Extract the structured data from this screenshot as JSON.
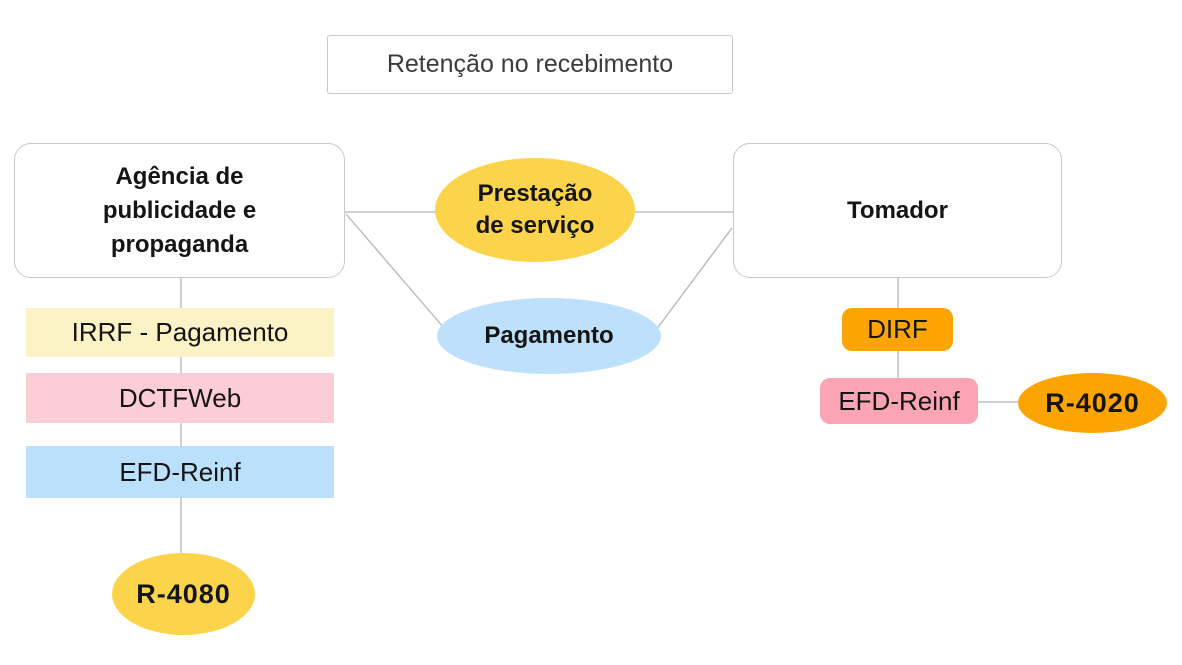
{
  "diagram": {
    "title": "Retenção no recebimento",
    "nodes": {
      "agencia": {
        "label": "Agência de publicidade e propaganda",
        "shape": "rounded-rect",
        "fill": "#ffffff"
      },
      "tomador": {
        "label": "Tomador",
        "shape": "rounded-rect",
        "fill": "#ffffff"
      },
      "prestacao": {
        "label": "Prestação de serviço",
        "shape": "ellipse",
        "fill": "#fbd44c"
      },
      "pagamento": {
        "label": "Pagamento",
        "shape": "ellipse",
        "fill": "#bde1fb"
      },
      "irrf": {
        "label": "IRRF - Pagamento",
        "shape": "rect",
        "fill": "#fbf3c5"
      },
      "dctfweb": {
        "label": "DCTFWeb",
        "shape": "rect",
        "fill": "#fbcdd4"
      },
      "efd_reinf_left": {
        "label": "EFD-Reinf",
        "shape": "rect",
        "fill": "#bbe0fb"
      },
      "r4080": {
        "label": "R-4080",
        "shape": "ellipse",
        "fill": "#fbd44c"
      },
      "dirf": {
        "label": "DIRF",
        "shape": "rounded-rect",
        "fill": "#fca502"
      },
      "efd_reinf_right": {
        "label": "EFD-Reinf",
        "shape": "rounded-rect",
        "fill": "#fba4b4"
      },
      "r4020": {
        "label": "R-4020",
        "shape": "ellipse",
        "fill": "#fca502"
      }
    },
    "edges": [
      {
        "from": "agencia",
        "to": "prestacao"
      },
      {
        "from": "prestacao",
        "to": "tomador"
      },
      {
        "from": "agencia",
        "to": "pagamento"
      },
      {
        "from": "pagamento",
        "to": "tomador"
      },
      {
        "from": "agencia",
        "to": "irrf"
      },
      {
        "from": "irrf",
        "to": "dctfweb"
      },
      {
        "from": "dctfweb",
        "to": "efd_reinf_left"
      },
      {
        "from": "efd_reinf_left",
        "to": "r4080"
      },
      {
        "from": "tomador",
        "to": "dirf"
      },
      {
        "from": "dirf",
        "to": "efd_reinf_right"
      },
      {
        "from": "efd_reinf_right",
        "to": "r4020"
      }
    ],
    "colors": {
      "yellow": "#fbd44c",
      "pale_yellow": "#fbf3c5",
      "light_pink": "#fbcdd4",
      "dark_pink": "#fba4b4",
      "light_blue_box": "#bbe0fb",
      "light_blue_ellipse": "#bde1fb",
      "orange": "#fca502",
      "line_gray": "#b5b5b5",
      "border_gray": "#c9c9c9",
      "title_text": "#3c3c3c",
      "label_text": "#151515"
    }
  }
}
